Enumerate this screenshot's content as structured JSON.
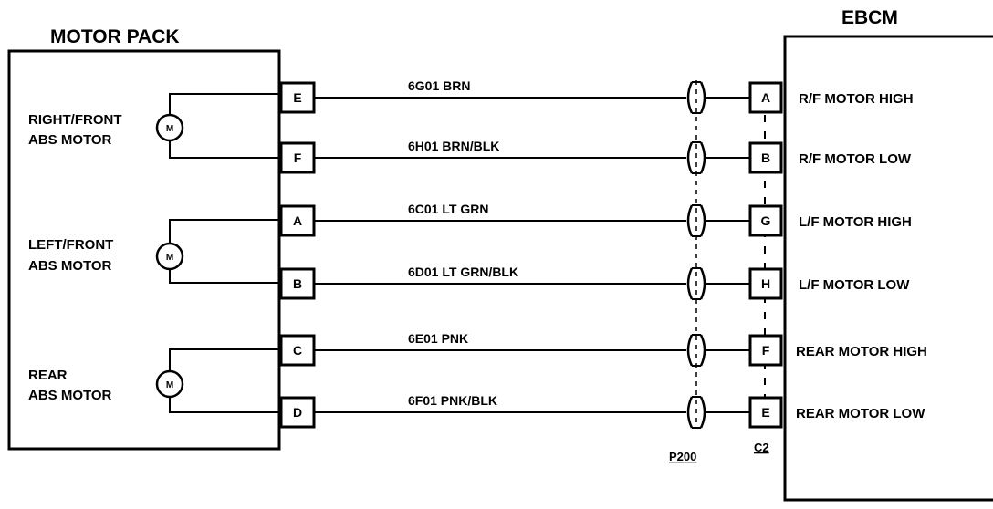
{
  "motor_pack": {
    "title": "MOTOR PACK",
    "motors": [
      {
        "line1": "RIGHT/FRONT",
        "line2": "ABS MOTOR",
        "symbol": "M"
      },
      {
        "line1": "LEFT/FRONT",
        "line2": "ABS MOTOR",
        "symbol": "M"
      },
      {
        "line1": "REAR",
        "line2": "ABS MOTOR",
        "symbol": "M"
      }
    ]
  },
  "ebcm": {
    "title": "EBCM"
  },
  "circuits": [
    {
      "left_pin": "E",
      "wire": "6G01 BRN",
      "right_pin": "A",
      "function": "R/F MOTOR HIGH"
    },
    {
      "left_pin": "F",
      "wire": "6H01 BRN/BLK",
      "right_pin": "B",
      "function": "R/F MOTOR LOW"
    },
    {
      "left_pin": "A",
      "wire": "6C01 LT GRN",
      "right_pin": "G",
      "function": "L/F MOTOR HIGH"
    },
    {
      "left_pin": "B",
      "wire": "6D01 LT GRN/BLK",
      "right_pin": "H",
      "function": "L/F MOTOR LOW"
    },
    {
      "left_pin": "C",
      "wire": "6E01 PNK",
      "right_pin": "F",
      "function": "REAR MOTOR HIGH"
    },
    {
      "left_pin": "D",
      "wire": "6F01 PNK/BLK",
      "right_pin": "E",
      "function": "REAR MOTOR LOW"
    }
  ],
  "connectors": {
    "inline": "P200",
    "ebcm": "C2"
  }
}
